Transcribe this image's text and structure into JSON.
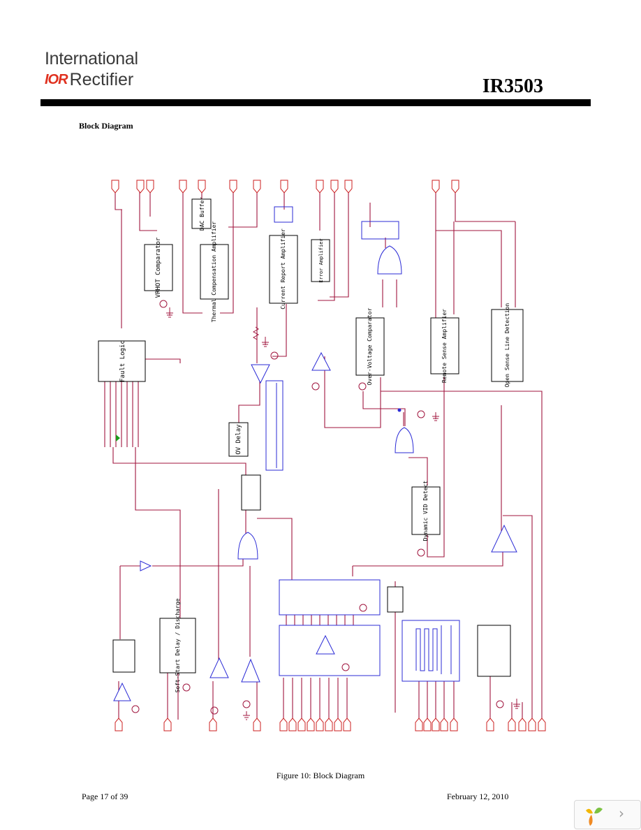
{
  "header": {
    "logo_line1": "International",
    "logo_mark": "IOR",
    "logo_line2": "Rectifier",
    "part_number": "IR3503"
  },
  "section_title": "Block Diagram",
  "diagram": {
    "blocks": {
      "vrhot": "VRHOT Comparator",
      "dac_buffer": "DAC Buffer",
      "thermal": "Thermal Compensation Amplifier",
      "current_report": "Current Report Amplifier",
      "error_amp": "Error Amplifier",
      "fault_logic": "Fault Logic",
      "ov_comp": "Over-Voltage Comparator",
      "remote_sense": "Remote Sense Amplifier",
      "open_sense": "Open Sense Line Detection",
      "ov_delay": "OV Delay",
      "soft_start": "Soft-Start Delay / Discharge",
      "dynamic_vid": "Dynamic VID Detect"
    }
  },
  "caption": "Figure 10: Block Diagram",
  "footer": {
    "page": "Page 17 of 39",
    "date": "February 12, 2010"
  },
  "colors": {
    "wire": "#a0153e",
    "pin": "#cc1f1f",
    "signal": "#2b2bd6",
    "logo_red": "#e0311f"
  }
}
